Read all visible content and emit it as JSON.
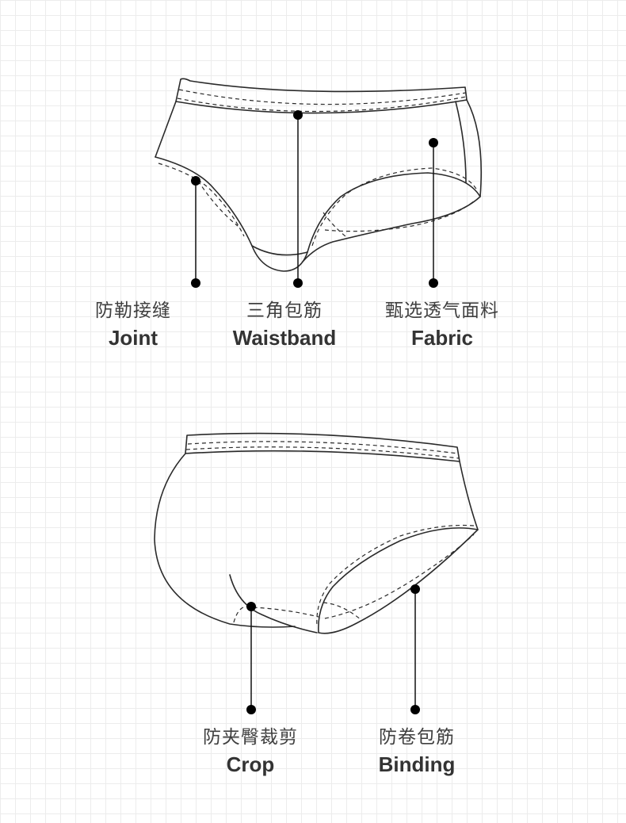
{
  "front_view": {
    "callouts": [
      {
        "id": "joint",
        "zh": "防勒接缝",
        "en": "Joint"
      },
      {
        "id": "waistband",
        "zh": "三角包筋",
        "en": "Waistband"
      },
      {
        "id": "fabric",
        "zh": "甄选透气面料",
        "en": "Fabric"
      }
    ]
  },
  "back_view": {
    "callouts": [
      {
        "id": "crop",
        "zh": "防夹臀裁剪",
        "en": "Crop"
      },
      {
        "id": "binding",
        "zh": "防卷包筋",
        "en": "Binding"
      }
    ]
  }
}
